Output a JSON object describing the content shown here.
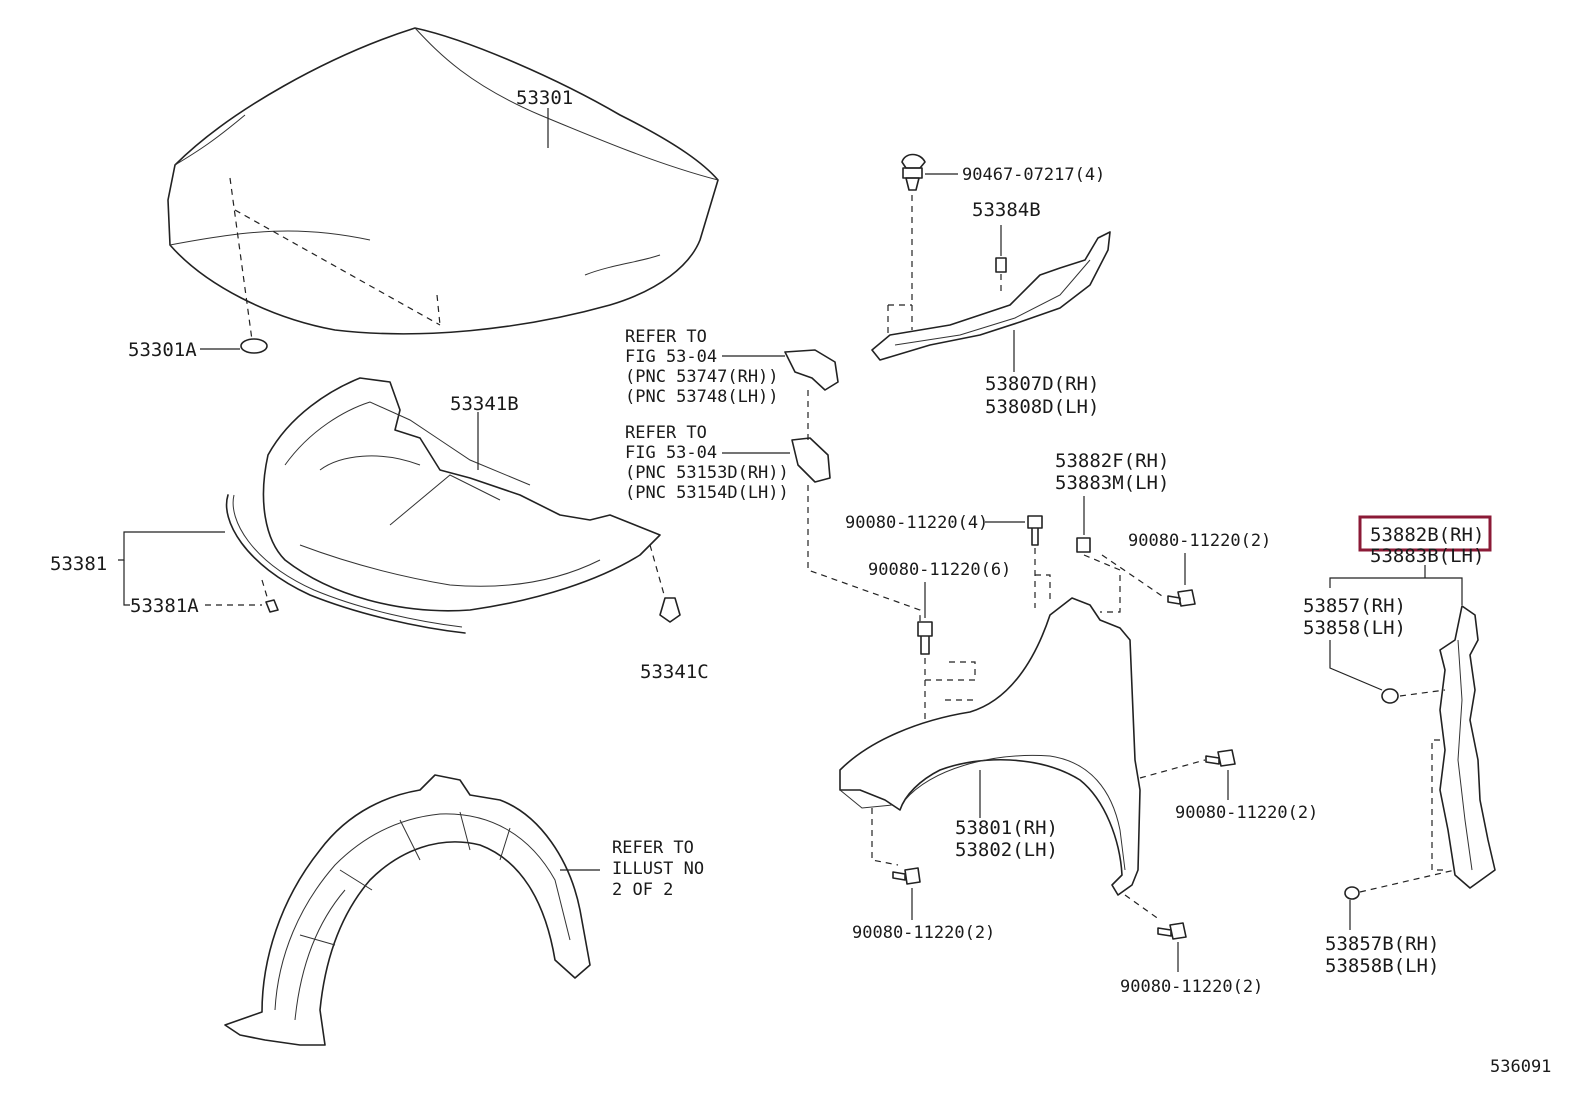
{
  "highlight_color": "#8b1a36",
  "diagram_number": "536091",
  "labels": {
    "p53301": "53301",
    "p53301a": "53301A",
    "p53341b": "53341B",
    "p53381": "53381",
    "p53381a": "53381A",
    "p53341c": "53341C",
    "p90467": "90467-07217(4)",
    "p53384b": "53384B",
    "p53807d": "53807D(RH)",
    "p53808d": "53808D(LH)",
    "ref1_l1": "REFER TO",
    "ref1_l2": "FIG 53-04",
    "ref1_l3": "(PNC 53747(RH))",
    "ref1_l4": "(PNC 53748(LH))",
    "ref2_l1": "REFER TO",
    "ref2_l2": "FIG 53-04",
    "ref2_l3": "(PNC 53153D(RH))",
    "ref2_l4": "(PNC 53154D(LH))",
    "p53882f": "53882F(RH)",
    "p53883m": "53883M(LH)",
    "bolt_a": "90080-11220(4)",
    "bolt_b": "90080-11220(2)",
    "bolt_c": "90080-11220(6)",
    "p53882b": "53882B(RH)",
    "p53883b": "53883B(LH)",
    "p53857": "53857(RH)",
    "p53858": "53858(LH)",
    "bolt_d": "90080-11220(2)",
    "p53801": "53801(RH)",
    "p53802": "53802(LH)",
    "bolt_e": "90080-11220(2)",
    "bolt_f": "90080-11220(2)",
    "p53857b": "53857B(RH)",
    "p53858b": "53858B(LH)",
    "ref3_l1": "REFER TO",
    "ref3_l2": "ILLUST NO",
    "ref3_l3": "2 OF 2"
  }
}
